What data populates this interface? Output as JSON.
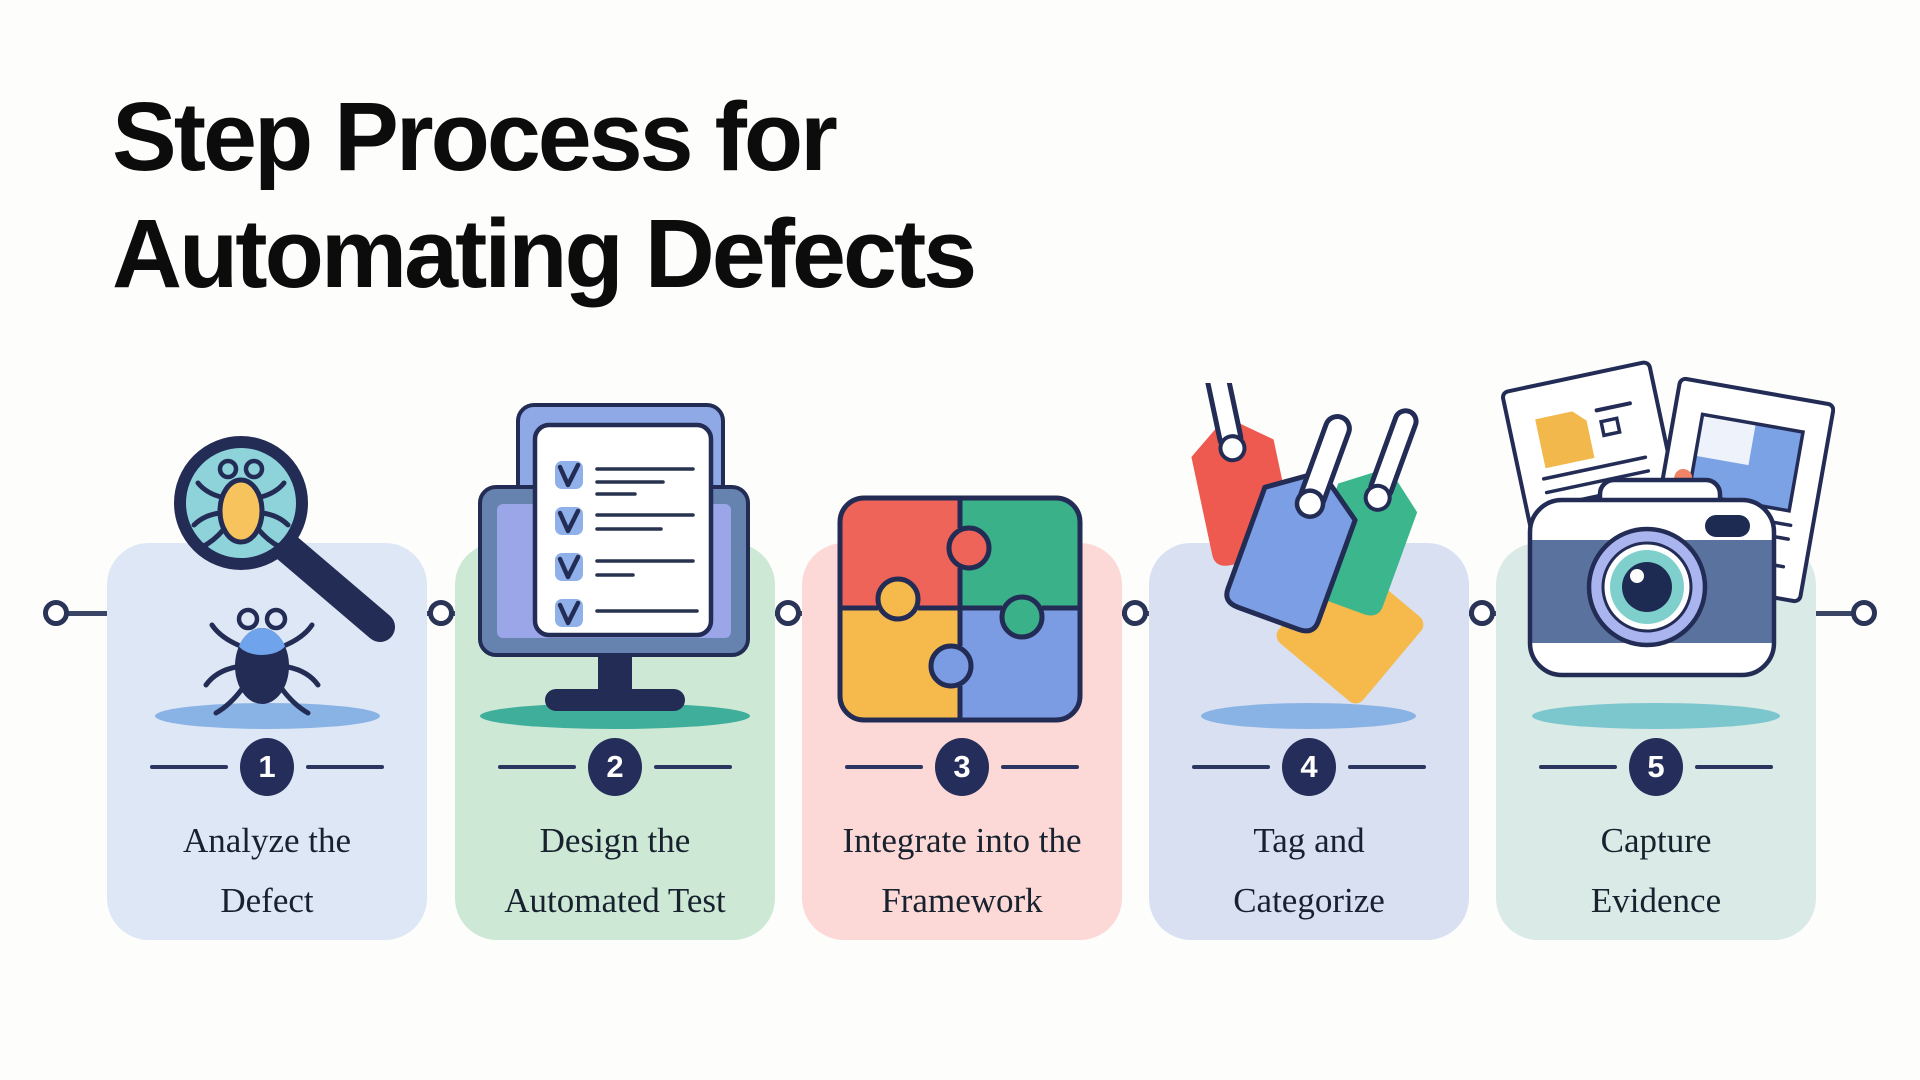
{
  "title": {
    "line1": "Step Process for",
    "line2": "Automating Defects"
  },
  "steps": [
    {
      "number": "1",
      "label_line1": "Analyze the",
      "label_line2": "Defect",
      "card_color": "#dde7f5",
      "shadow_color": "#8ab3e5",
      "icon": "bug-magnifier"
    },
    {
      "number": "2",
      "label_line1": "Design the",
      "label_line2": "Automated Test",
      "card_color": "#cde8d5",
      "shadow_color": "#3fae9b",
      "icon": "checklist-monitor"
    },
    {
      "number": "3",
      "label_line1": "Integrate into the",
      "label_line2": "Framework",
      "card_color": "#fcd9d6",
      "shadow_color": "",
      "icon": "puzzle-pieces"
    },
    {
      "number": "4",
      "label_line1": "Tag and",
      "label_line2": "Categorize",
      "card_color": "#d8e0f2",
      "shadow_color": "#8ab3e5",
      "icon": "tags"
    },
    {
      "number": "5",
      "label_line1": "Capture",
      "label_line2": "Evidence",
      "card_color": "#daeae7",
      "shadow_color": "#7cc6ce",
      "icon": "camera-evidence"
    }
  ],
  "colors": {
    "navy": "#232c55",
    "badge": "#252e5a",
    "timeline": "#3b4565",
    "title_text": "#0c0c0c",
    "label_text": "#18222f",
    "glass_teal": "#8ed2da",
    "bug_yellow": "#f7c35c",
    "monitor_bezel": "#6682ae",
    "screen_periwinkle": "#9aa6e8",
    "sheet_blue": "#8fa9e6",
    "checkbox_blue": "#8fb0e8",
    "puzzle_red": "#ee6459",
    "puzzle_green": "#3bb18a",
    "puzzle_yellow": "#f5b94c",
    "puzzle_blue": "#7b9ce2",
    "tag_red": "#ee5a50",
    "tag_green": "#3cb68d",
    "tag_blue": "#7b9ee4",
    "camera_band": "#5a739e",
    "lens_periwinkle": "#aab4ee",
    "lens_teal": "#7fd0cc",
    "doc_accent_yellow": "#f2b84c",
    "doc_accent_blue": "#7ba2e4",
    "doc_dot_orange": "#ef8566"
  }
}
